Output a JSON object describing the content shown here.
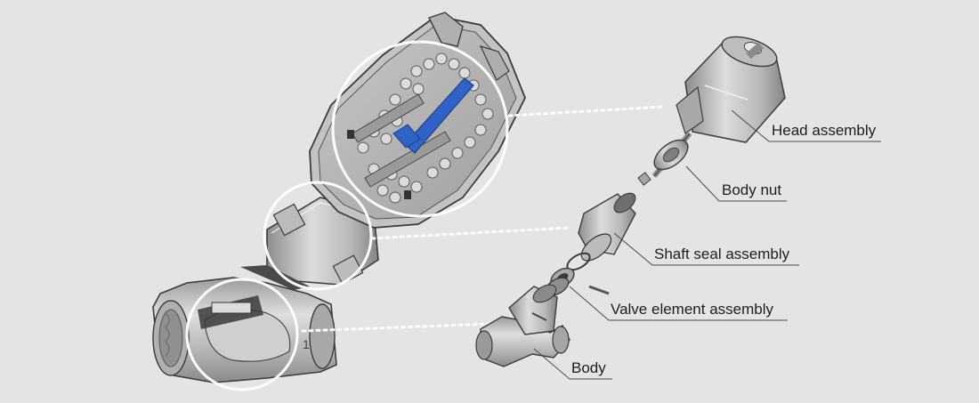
{
  "callouts": {
    "head_assembly": "Head assembly",
    "body_nut": "Body nut",
    "shaft_seal_assembly": "Shaft seal assembly",
    "valve_element_assembly": "Valve element assembly",
    "body": "Body"
  },
  "body_marking": "1",
  "colors": {
    "background": "#e3e4e4",
    "metal": "#bdbdbd",
    "metal_dark": "#8e8e8e",
    "outline": "#3c3c3c",
    "spring": "#d6d6d6",
    "shaft_accent": "#2f63c9",
    "magnifier_ring": "#ffffff",
    "leader_line": "#4a4a4a"
  }
}
